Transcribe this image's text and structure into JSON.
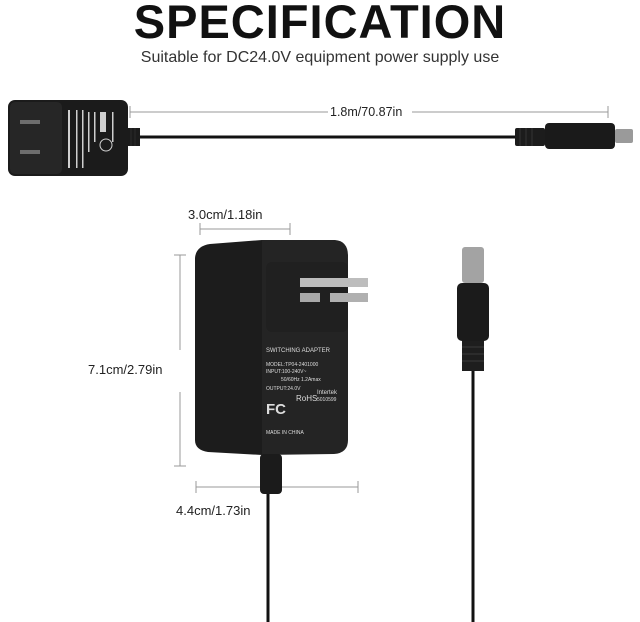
{
  "title": "SPECIFICATION",
  "subtitle": "Suitable for DC24.0V  equipment power supply use",
  "dimensions": {
    "cable_length": "1.8m/70.87in",
    "width": "3.0cm/1.18in",
    "height": "7.1cm/2.79in",
    "depth": "4.4cm/1.73in"
  },
  "adapter_label": {
    "heading": "SWITCHING ADAPTER",
    "model": "MODEL:TP04-2401000",
    "input": "INPUT:100-240V~",
    "freq": "50/60Hz  1.2Amax",
    "output": "OUTPUT:24.0V",
    "rohs": "RoHS",
    "fc": "FC",
    "intertek": "Intertek",
    "intertek_no": "5010599",
    "made_in": "MADE IN CHINA"
  }
}
